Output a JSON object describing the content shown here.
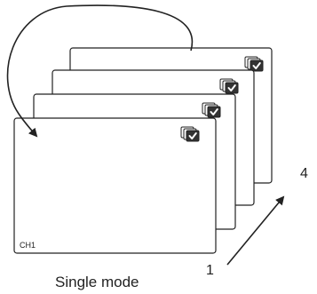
{
  "diagram": {
    "channel_label": "CH1",
    "caption": "Single mode",
    "start_label": "1",
    "end_label": "4",
    "screen_count": 4,
    "screen_icon": "stacked-checkbox-icon",
    "colors": {
      "stroke": "#222222",
      "screen_fill": "#ffffff",
      "background": "#ffffff"
    }
  }
}
